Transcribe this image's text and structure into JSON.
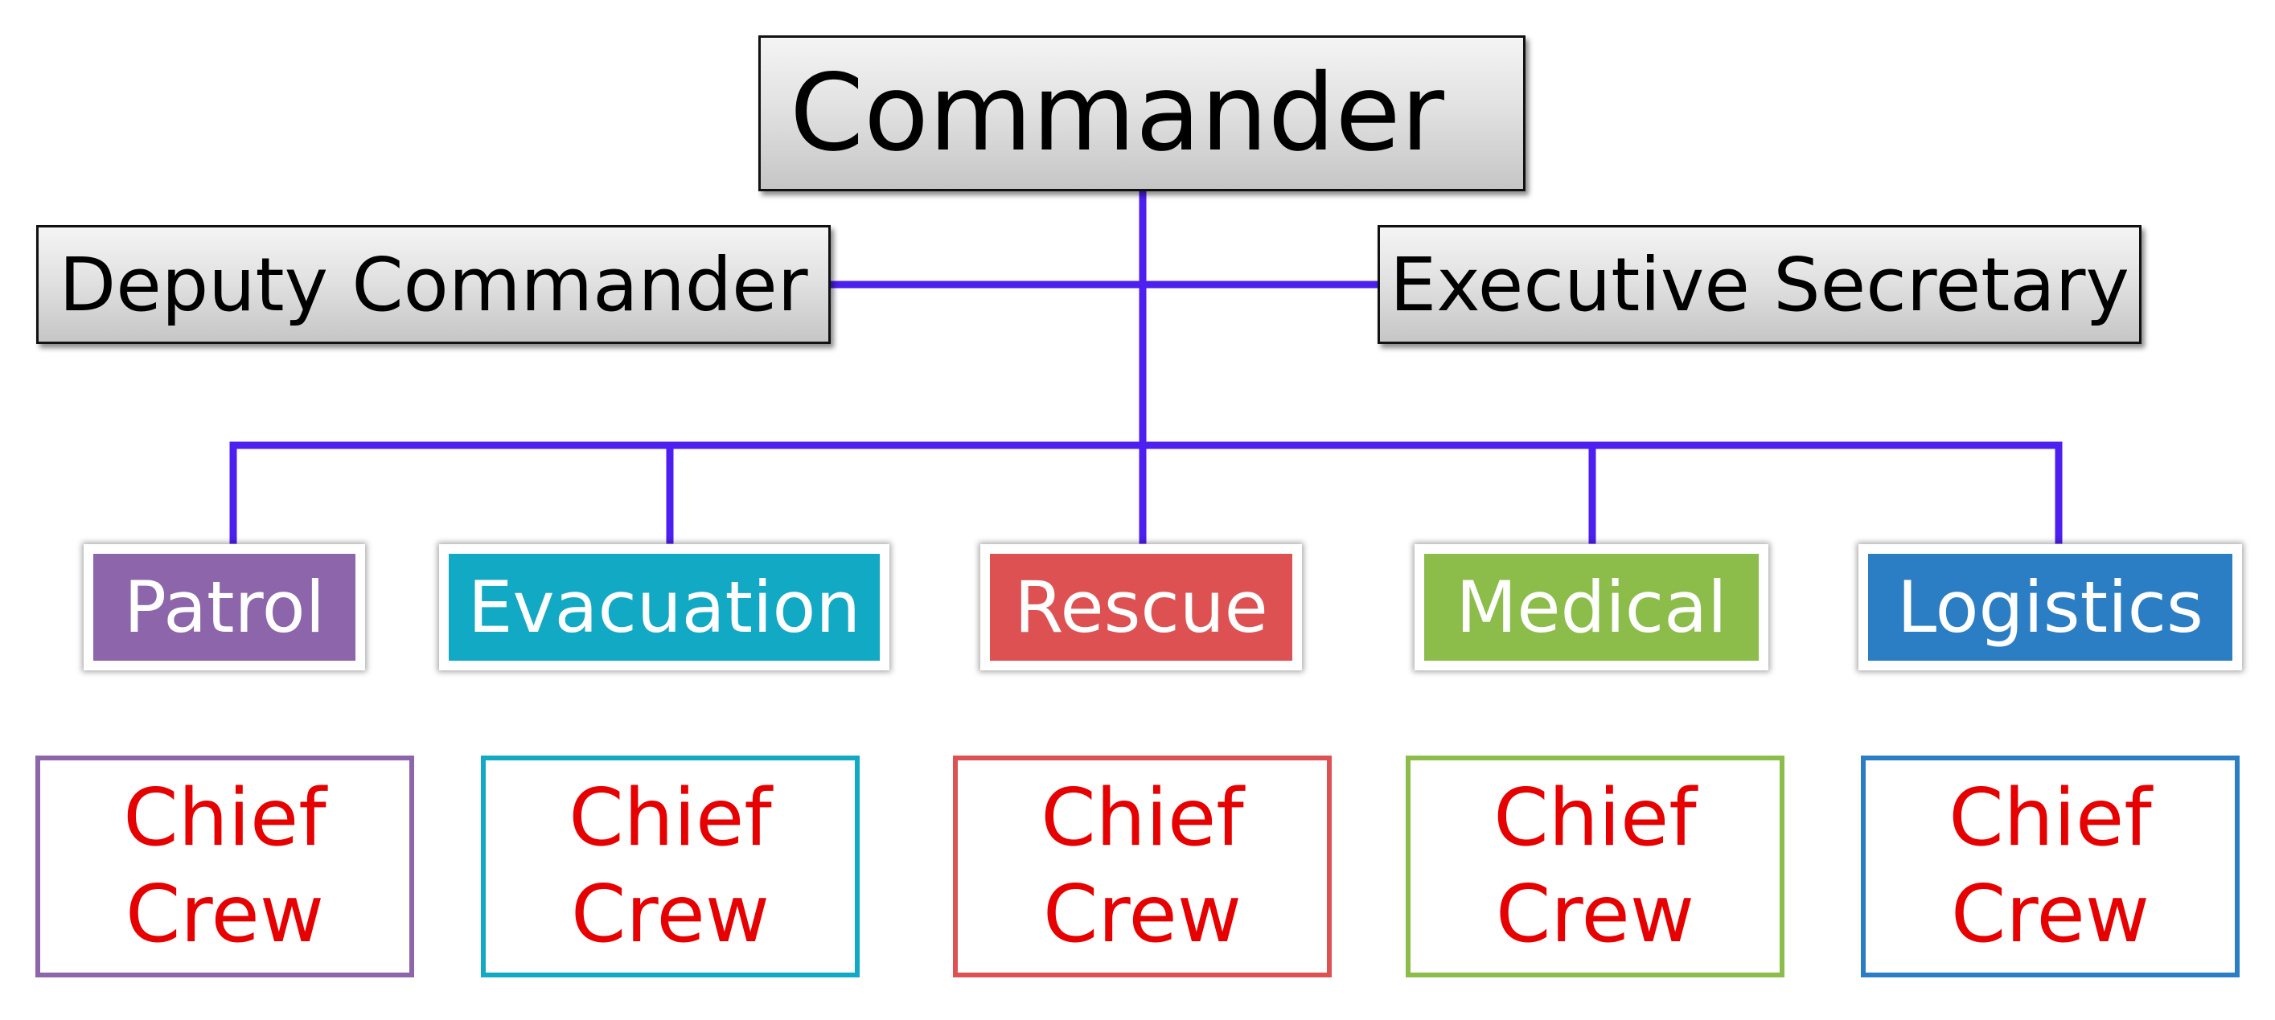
{
  "commander": {
    "label": "Commander"
  },
  "deputy": {
    "label": "Deputy Commander"
  },
  "secretary": {
    "label": "Executive Secretary"
  },
  "connector_color": "#4d1ff0",
  "departments": [
    {
      "label": "Patrol",
      "color": "#8c65aa",
      "line1": "Chief",
      "line2": "Crew"
    },
    {
      "label": "Evacuation",
      "color": "#12a9c4",
      "line1": "Chief",
      "line2": "Crew"
    },
    {
      "label": "Rescue",
      "color": "#dd5152",
      "line1": "Chief",
      "line2": "Crew"
    },
    {
      "label": "Medical",
      "color": "#8cbd4a",
      "line1": "Chief",
      "line2": "Crew"
    },
    {
      "label": "Logistics",
      "color": "#2c7ec4",
      "line1": "Chief",
      "line2": "Crew"
    }
  ],
  "crew_text_color": "#e60000"
}
